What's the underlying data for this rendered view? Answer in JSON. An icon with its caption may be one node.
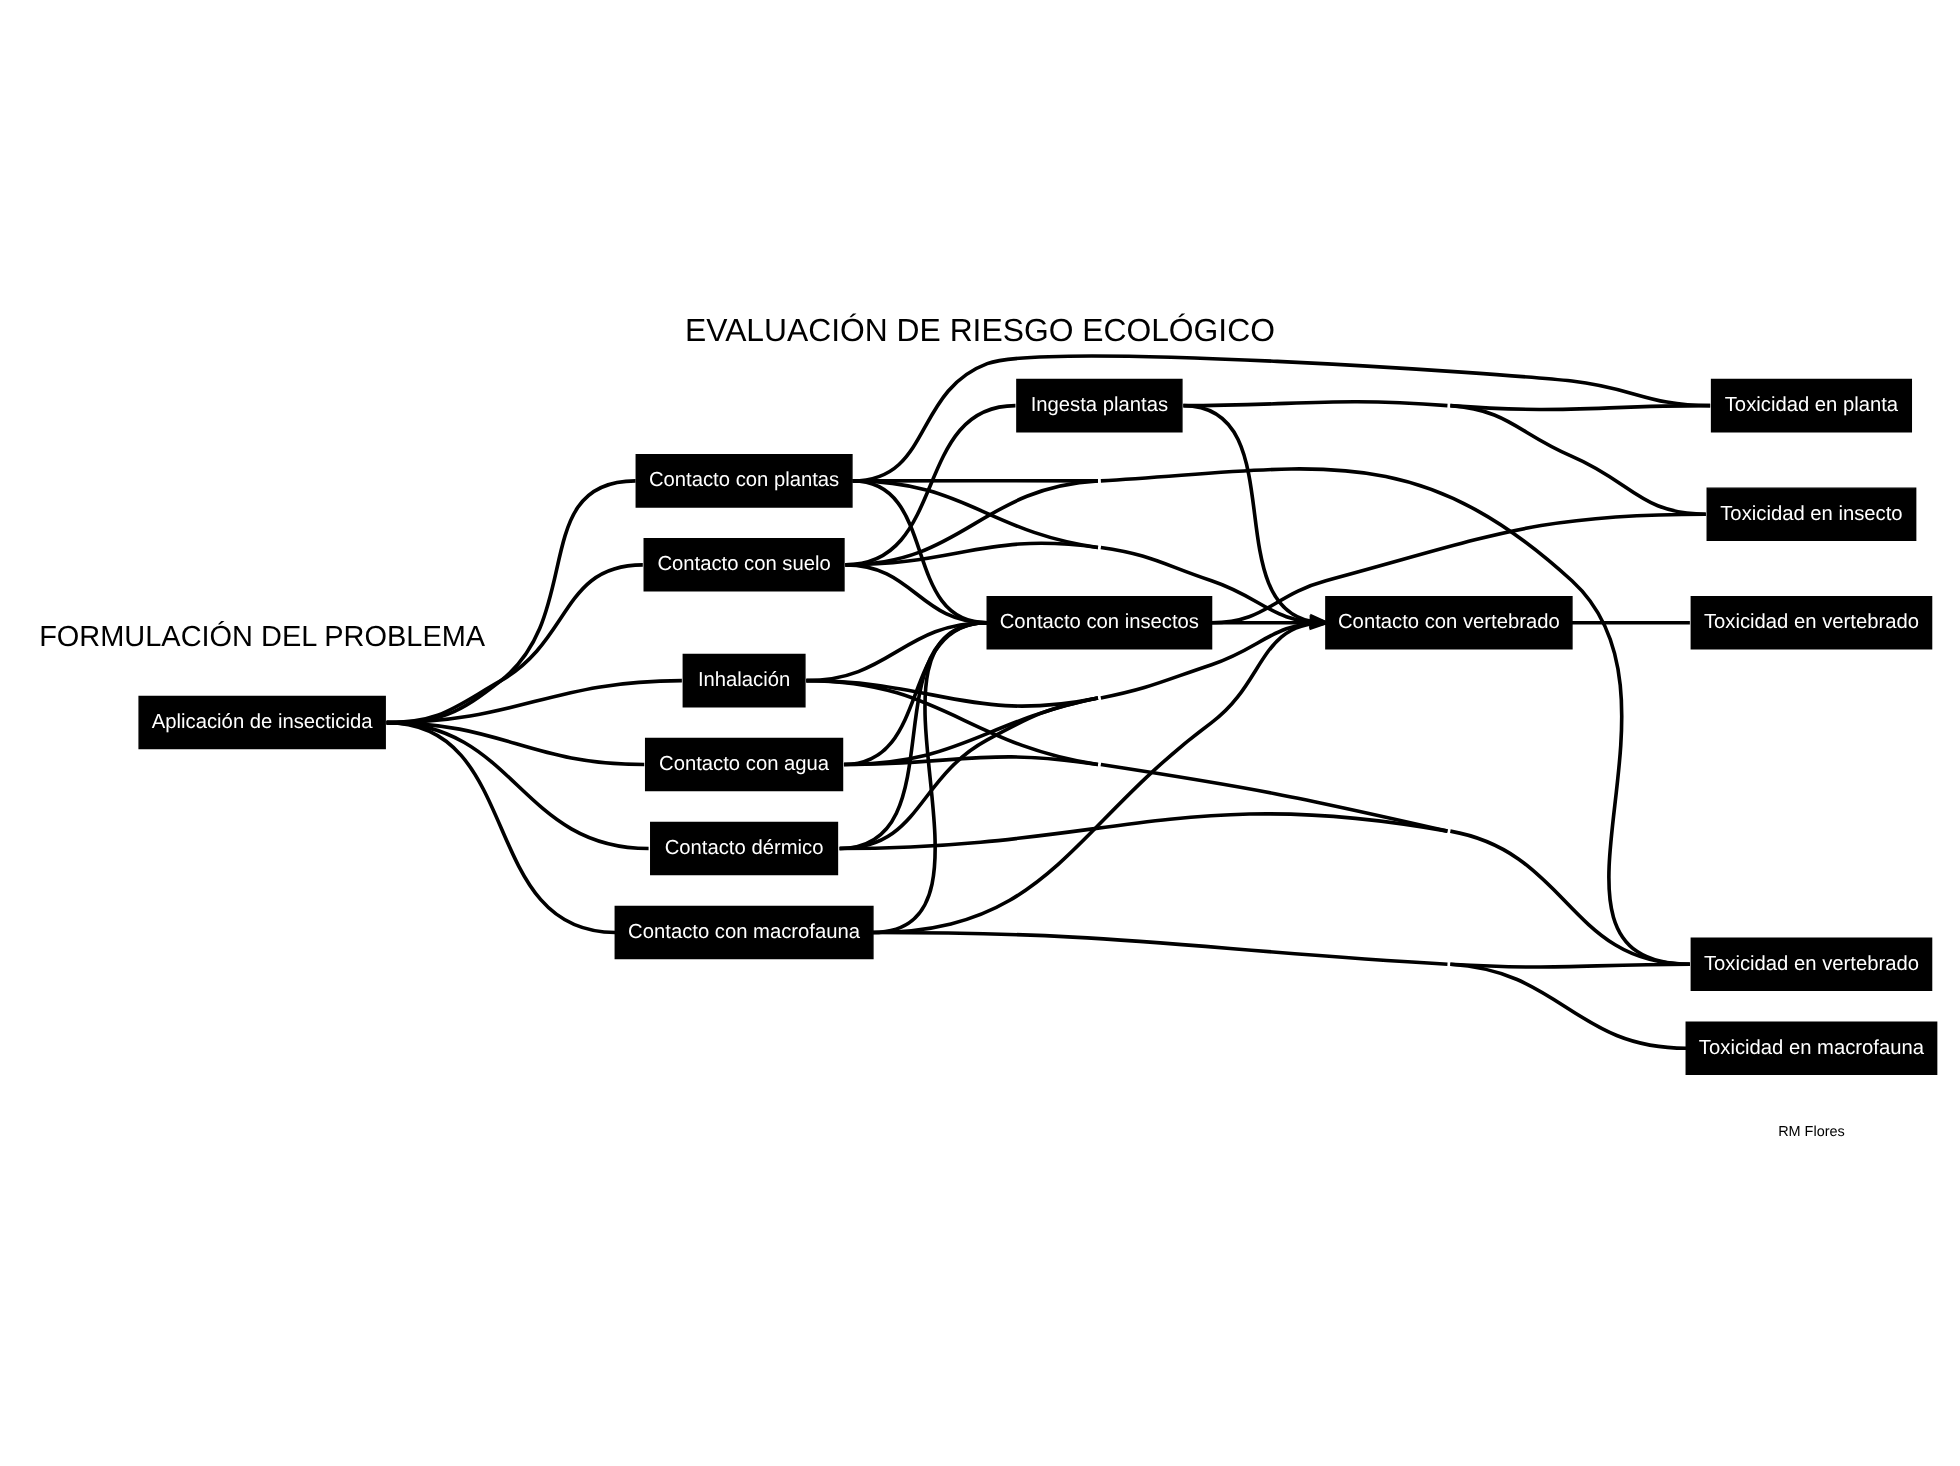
{
  "diagram": {
    "title": "EVALUACIÓN DE RIESGO ECOLÓGICO",
    "nodes": [
      {
        "text": [
          "Aplicación de insecticida"
        ]
      },
      {
        "text": [
          "Contacto con plantas"
        ]
      },
      {
        "text": [
          "Toxicidad en planta"
        ]
      },
      {
        "text": [
          "Contacto con insectos"
        ]
      },
      {
        "text": [
          "Toxicidad en insecto"
        ]
      },
      {
        "text": [
          "Contacto con suelo"
        ]
      },
      {
        "text": [
          "Ingesta plantas"
        ]
      },
      {
        "text": [
          "Contacto con agua"
        ]
      },
      {
        "text": [
          "Contacto dérmico"
        ]
      },
      {
        "text": [
          "Contacto con vertebrado"
        ]
      },
      {
        "text": [
          "Toxicidad en vertebrado"
        ]
      },
      {
        "text": [
          "Inhalación"
        ]
      },
      {
        "text": [
          "Toxicidad en vertebrado"
        ]
      },
      {
        "text": [
          "Contacto con macrofauna"
        ]
      },
      {
        "text": [
          "Toxicidad en macrofauna"
        ]
      }
    ],
    "edges": [
      {
        "from": 0,
        "to": 1,
        "arrow": "none"
      },
      {
        "from": 0,
        "to": 5,
        "arrow": "none"
      },
      {
        "from": 0,
        "to": 7,
        "arrow": "none"
      },
      {
        "from": 0,
        "to": 8,
        "arrow": "none"
      },
      {
        "from": 0,
        "to": 11,
        "arrow": "none"
      },
      {
        "from": 0,
        "to": 13,
        "arrow": "none"
      },
      {
        "from": 1,
        "to": 2,
        "arrow": "none"
      },
      {
        "from": 5,
        "to": 6,
        "arrow": "none"
      },
      {
        "from": 3,
        "to": 4,
        "arrow": "none"
      },
      {
        "from": 6,
        "to": 2,
        "arrow": "none"
      },
      {
        "from": 6,
        "to": 4,
        "arrow": "none"
      },
      {
        "from": 6,
        "to": 9,
        "arrow": "to"
      },
      {
        "from": 3,
        "to": 9,
        "arrow": "to"
      },
      {
        "from": 9,
        "to": 10,
        "arrow": "none"
      },
      {
        "from": 13,
        "to": 14,
        "arrow": "none"
      },
      {
        "from": 1,
        "to": 3,
        "arrow": "none"
      },
      {
        "from": 1,
        "to": 9,
        "arrow": "none"
      },
      {
        "from": 1,
        "to": 12,
        "arrow": "none"
      },
      {
        "from": 5,
        "to": 3,
        "arrow": "none"
      },
      {
        "from": 5,
        "to": 9,
        "arrow": "none"
      },
      {
        "from": 5,
        "to": 12,
        "arrow": "none"
      },
      {
        "from": 7,
        "to": 3,
        "arrow": "none"
      },
      {
        "from": 7,
        "to": 9,
        "arrow": "none"
      },
      {
        "from": 7,
        "to": 12,
        "arrow": "none"
      },
      {
        "from": 8,
        "to": 3,
        "arrow": "none"
      },
      {
        "from": 8,
        "to": 9,
        "arrow": "none"
      },
      {
        "from": 8,
        "to": 12,
        "arrow": "none"
      },
      {
        "from": 11,
        "to": 3,
        "arrow": "none"
      },
      {
        "from": 11,
        "to": 9,
        "arrow": "none"
      },
      {
        "from": 11,
        "to": 12,
        "arrow": "none"
      },
      {
        "from": 13,
        "to": 3,
        "arrow": "none"
      },
      {
        "from": 13,
        "to": 9,
        "arrow": "none"
      },
      {
        "from": 13,
        "to": 12,
        "arrow": "none"
      }
    ],
    "labels": [
      "FORMULACIÓN DEL PROBLEMA",
      "RM Flores"
    ]
  }
}
